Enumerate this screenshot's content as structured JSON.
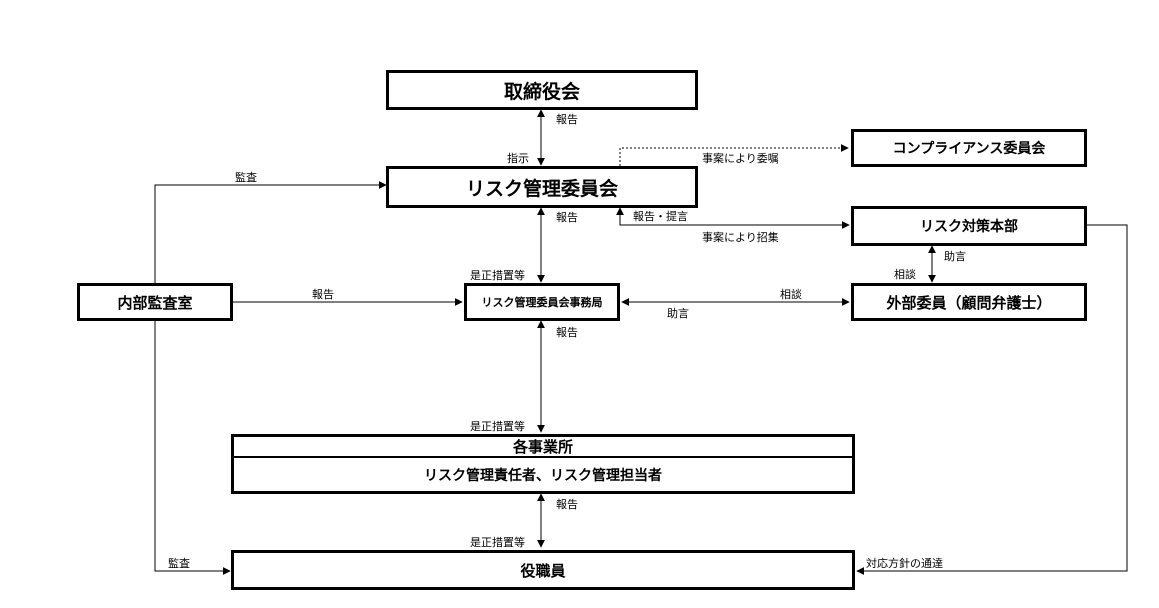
{
  "boxes": {
    "board": "取締役会",
    "risk_committee": "リスク管理委員会",
    "compliance_committee": "コンプライアンス委員会",
    "risk_hq": "リスク対策本部",
    "external": "外部委員（顧問弁護士）",
    "secretariat": "リスク管理委員会事務局",
    "internal_audit": "内部監査室",
    "offices_title": "各事業所",
    "offices_sub": "リスク管理責任者、リスク管理担当者",
    "staff": "役職員"
  },
  "labels": {
    "report_board": "報告",
    "instruct": "指示",
    "entrust": "事案により委嘱",
    "audit_committee": "監査",
    "report_committee": "報告",
    "report_propose": "報告・提言",
    "convene": "事案により招集",
    "advice_hq": "助言",
    "consult_hq": "相談",
    "correct_sec": "是正措置等",
    "report_audit": "報告",
    "consult_ext": "相談",
    "advice_ext": "助言",
    "report_sec": "報告",
    "correct_off": "是正措置等",
    "report_off": "報告",
    "correct_staff": "是正措置等",
    "audit_staff": "監査",
    "policy_notice": "対応方針の通達"
  }
}
